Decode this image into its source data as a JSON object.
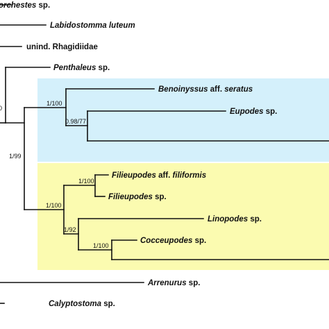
{
  "colors": {
    "clade_blue": "#d4f0fb",
    "clade_yellow": "#fbfbb0",
    "branch": "#111111"
  },
  "taxa": {
    "t0_prefix": "orchestes",
    "t0_suffix": " sp.",
    "t1_name": "Labidostomma luteum",
    "t2_plain": "unind. Rhagidiidae",
    "t3_name": "Penthaleus",
    "t3_suffix": " sp.",
    "t4_name": "Benoinyssus",
    "t4_mid": " aff. ",
    "t4_name2": "seratus",
    "t5_name": "Eupodes",
    "t5_suffix": " sp.",
    "t6_name": "Filieupodes",
    "t6_mid": " aff. ",
    "t6_name2": "filiformis",
    "t7_name": "Filieupodes",
    "t7_suffix": " sp.",
    "t8_name": "Linopodes",
    "t8_suffix": " sp.",
    "t9_name": "Cocceupodes",
    "t9_suffix": " sp.",
    "t10_name": "Arrenurus",
    "t10_suffix": " sp.",
    "t11_name": "Calyptostoma",
    "t11_suffix": " sp."
  },
  "support": {
    "edge": "0",
    "n_1_99": "1/99",
    "n_blue_root": "1/100",
    "n_blue_inner": "0.98/77",
    "n_yellow_root": "1/100",
    "n_filieupodes": "1/100",
    "n_lower": "1/92",
    "n_cocceupodes": "1/100"
  }
}
